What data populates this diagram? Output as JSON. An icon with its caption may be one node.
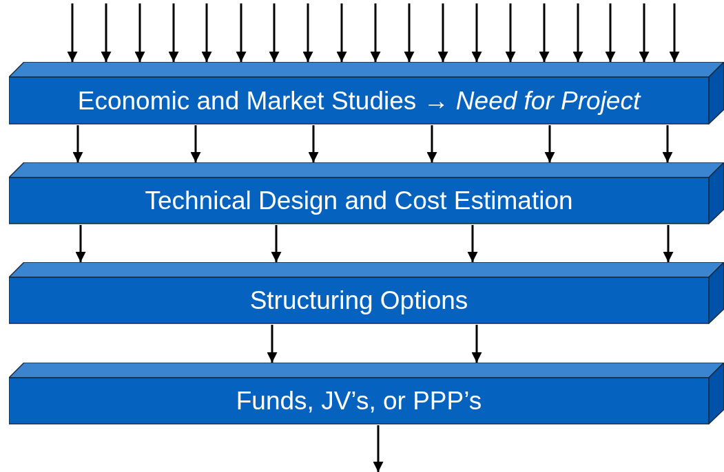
{
  "diagram": {
    "nodes": [
      {
        "text": [
          "Economic and Market Studies → *Need for Project*"
        ]
      },
      {
        "text": [
          "Technical Design and Cost Estimation"
        ]
      },
      {
        "text": [
          "Structuring Options"
        ]
      },
      {
        "text": [
          "Funds, JV’s, or PPP’s"
        ]
      }
    ],
    "edges": [
      {
        "from": null,
        "to": 0,
        "arrow": "to"
      },
      {
        "from": null,
        "to": 0,
        "arrow": "to"
      },
      {
        "from": null,
        "to": 0,
        "arrow": "to"
      },
      {
        "from": null,
        "to": 0,
        "arrow": "to"
      },
      {
        "from": null,
        "to": 0,
        "arrow": "to"
      },
      {
        "from": null,
        "to": 0,
        "arrow": "to"
      },
      {
        "from": null,
        "to": 0,
        "arrow": "to"
      },
      {
        "from": null,
        "to": 0,
        "arrow": "to"
      },
      {
        "from": null,
        "to": 0,
        "arrow": "to"
      },
      {
        "from": null,
        "to": 0,
        "arrow": "to"
      },
      {
        "from": null,
        "to": 0,
        "arrow": "to"
      },
      {
        "from": null,
        "to": 0,
        "arrow": "to"
      },
      {
        "from": null,
        "to": 0,
        "arrow": "to"
      },
      {
        "from": null,
        "to": 0,
        "arrow": "to"
      },
      {
        "from": null,
        "to": 0,
        "arrow": "to"
      },
      {
        "from": null,
        "to": 0,
        "arrow": "to"
      },
      {
        "from": null,
        "to": 0,
        "arrow": "to"
      },
      {
        "from": null,
        "to": 0,
        "arrow": "to"
      },
      {
        "from": null,
        "to": 0,
        "arrow": "to"
      },
      {
        "from": 0,
        "to": 1,
        "arrow": "to"
      },
      {
        "from": 0,
        "to": 1,
        "arrow": "to"
      },
      {
        "from": 0,
        "to": 1,
        "arrow": "to"
      },
      {
        "from": 0,
        "to": 1,
        "arrow": "to"
      },
      {
        "from": 0,
        "to": 1,
        "arrow": "to"
      },
      {
        "from": 0,
        "to": 1,
        "arrow": "to"
      },
      {
        "from": 1,
        "to": 2,
        "arrow": "to"
      },
      {
        "from": 1,
        "to": 2,
        "arrow": "to"
      },
      {
        "from": 1,
        "to": 2,
        "arrow": "to"
      },
      {
        "from": 1,
        "to": 2,
        "arrow": "to"
      },
      {
        "from": 2,
        "to": 3,
        "arrow": "to"
      },
      {
        "from": 2,
        "to": 3,
        "arrow": "to"
      },
      {
        "from": 3,
        "to": null,
        "arrow": "to"
      }
    ]
  }
}
